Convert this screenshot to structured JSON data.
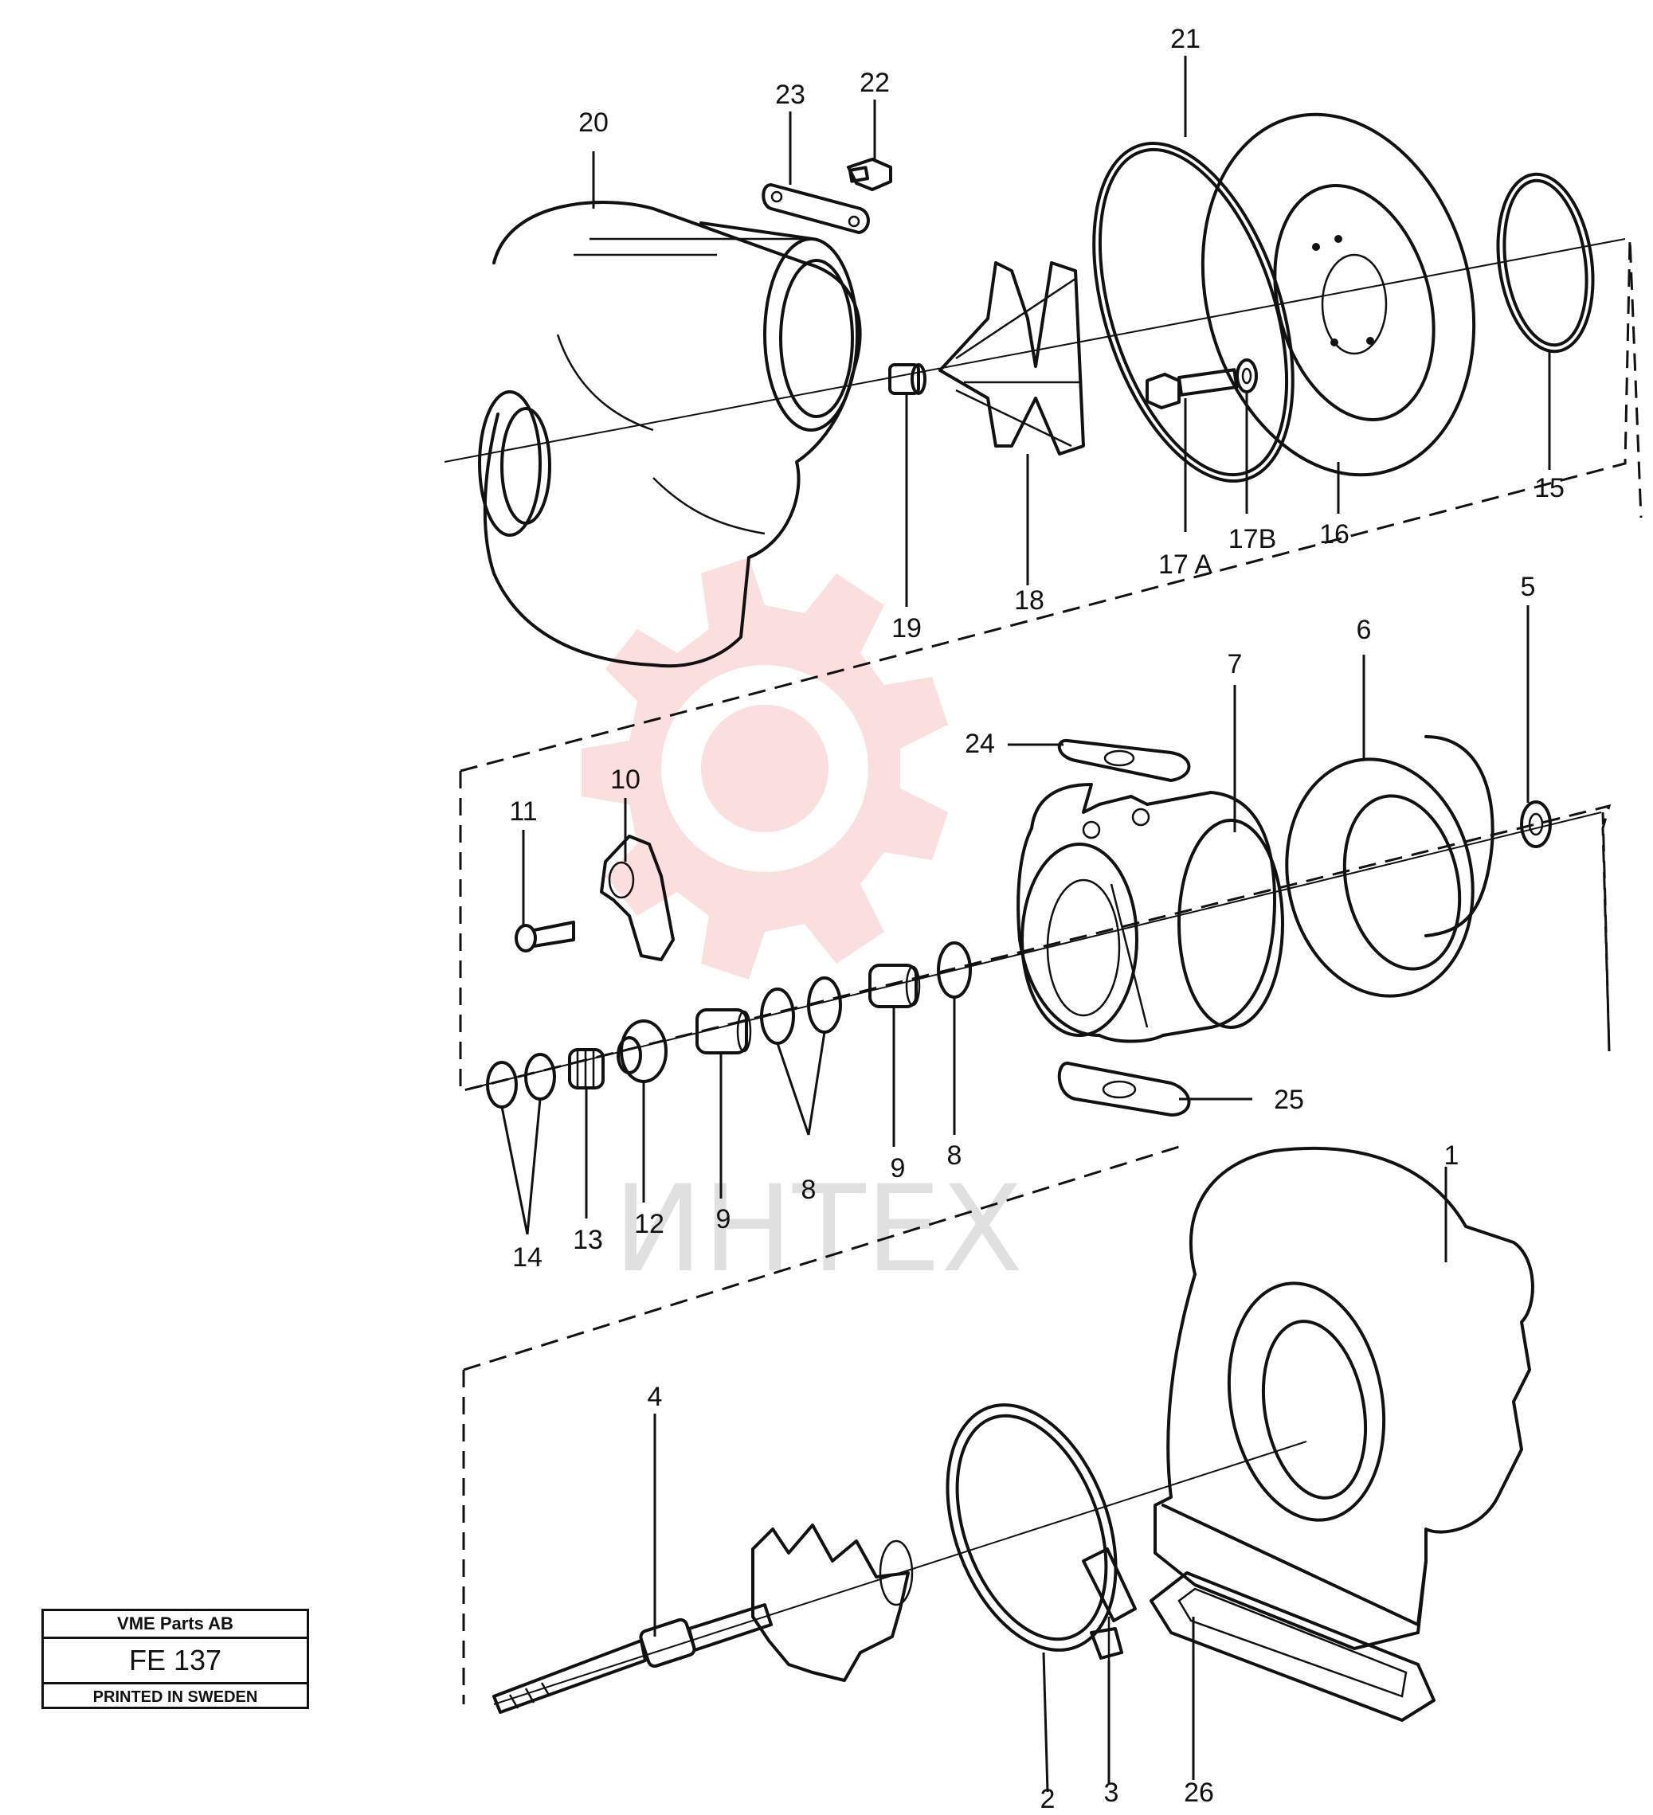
{
  "title_block": {
    "company": "VME Parts AB",
    "figure_code": "FE 137",
    "printed": "PRINTED IN SWEDEN"
  },
  "watermark": {
    "text": "ИНТЕХ",
    "color": "#e83a3a"
  },
  "labels": {
    "p1": "1",
    "p2": "2",
    "p3": "3",
    "p4": "4",
    "p5": "5",
    "p6": "6",
    "p7": "7",
    "p8a": "8",
    "p8b": "8",
    "p9a": "9",
    "p9b": "9",
    "p10": "10",
    "p11": "11",
    "p12": "12",
    "p13": "13",
    "p14": "14",
    "p15": "15",
    "p16": "16",
    "p17a": "17 A",
    "p17b": "17B",
    "p18": "18",
    "p19": "19",
    "p20": "20",
    "p21": "21",
    "p22": "22",
    "p23": "23",
    "p24": "24",
    "p25": "25",
    "p26": "26"
  }
}
